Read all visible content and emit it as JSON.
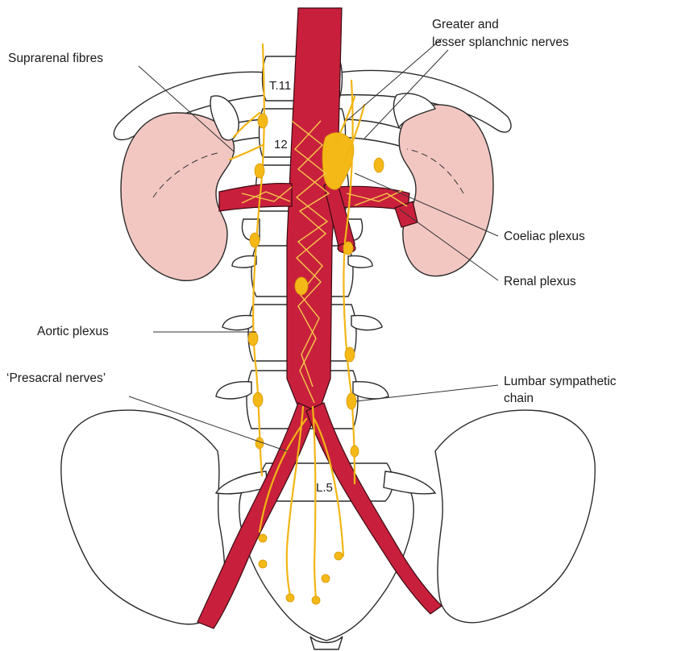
{
  "colors": {
    "artery": "#c8203c",
    "nerve": "#f2b514",
    "kidney": "#f2c7c2",
    "bone_outline": "#2a2a2a"
  },
  "labels": {
    "suprarenal_fibres": "Suprarenal fibres",
    "splanchnic_line1": "Greater and",
    "splanchnic_line2": "lesser splanchnic nerves",
    "coeliac_plexus": "Coeliac plexus",
    "renal_plexus": "Renal plexus",
    "aortic_plexus": "Aortic plexus",
    "presacral_nerves": "‘Presacral nerves’",
    "lumbar_line1": "Lumbar sympathetic",
    "lumbar_line2": "chain"
  },
  "vertebra_labels": {
    "t11": "T.11",
    "t12": "12",
    "l5": "L.5"
  }
}
